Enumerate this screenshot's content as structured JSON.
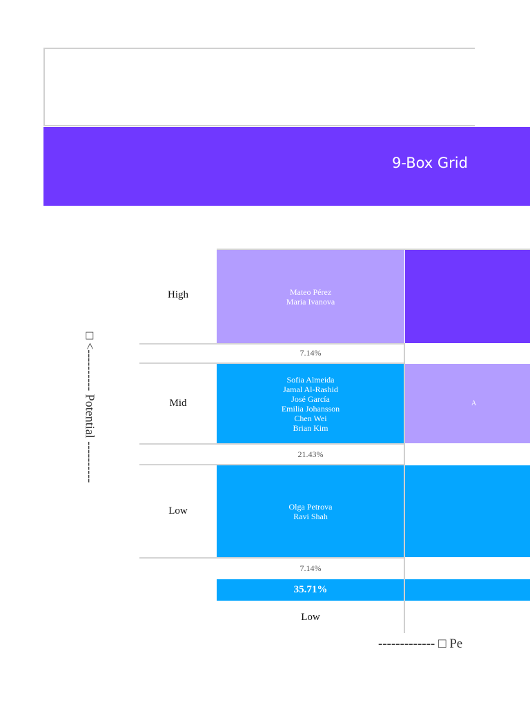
{
  "header": {
    "title": "9-Box Grid"
  },
  "axes": {
    "y_label": "□ <---------- Potential ----------",
    "x_label": "------------- □ Pe"
  },
  "colors": {
    "violet": "#7038ff",
    "lavender": "#b39dff",
    "blue": "#05a6ff"
  },
  "rows": [
    {
      "label": "High",
      "pct": "7.14%",
      "cells": [
        {
          "names": [
            "Mateo Pérez",
            "Maria Ivanova"
          ]
        },
        {
          "names": []
        }
      ]
    },
    {
      "label": "Mid",
      "pct": "21.43%",
      "cells": [
        {
          "names": [
            "Sofia Almeida",
            "Jamal Al-Rashid",
            "José García",
            "Emilia Johansson",
            "Chen Wei",
            "Brian Kim"
          ]
        },
        {
          "names": [
            "A"
          ]
        }
      ]
    },
    {
      "label": "Low",
      "pct": "7.14%",
      "cells": [
        {
          "names": [
            "Olga Petrova",
            "Ravi Shah"
          ]
        },
        {
          "names": []
        }
      ]
    }
  ],
  "columns": [
    {
      "label": "Low",
      "total": "35.71%"
    }
  ]
}
